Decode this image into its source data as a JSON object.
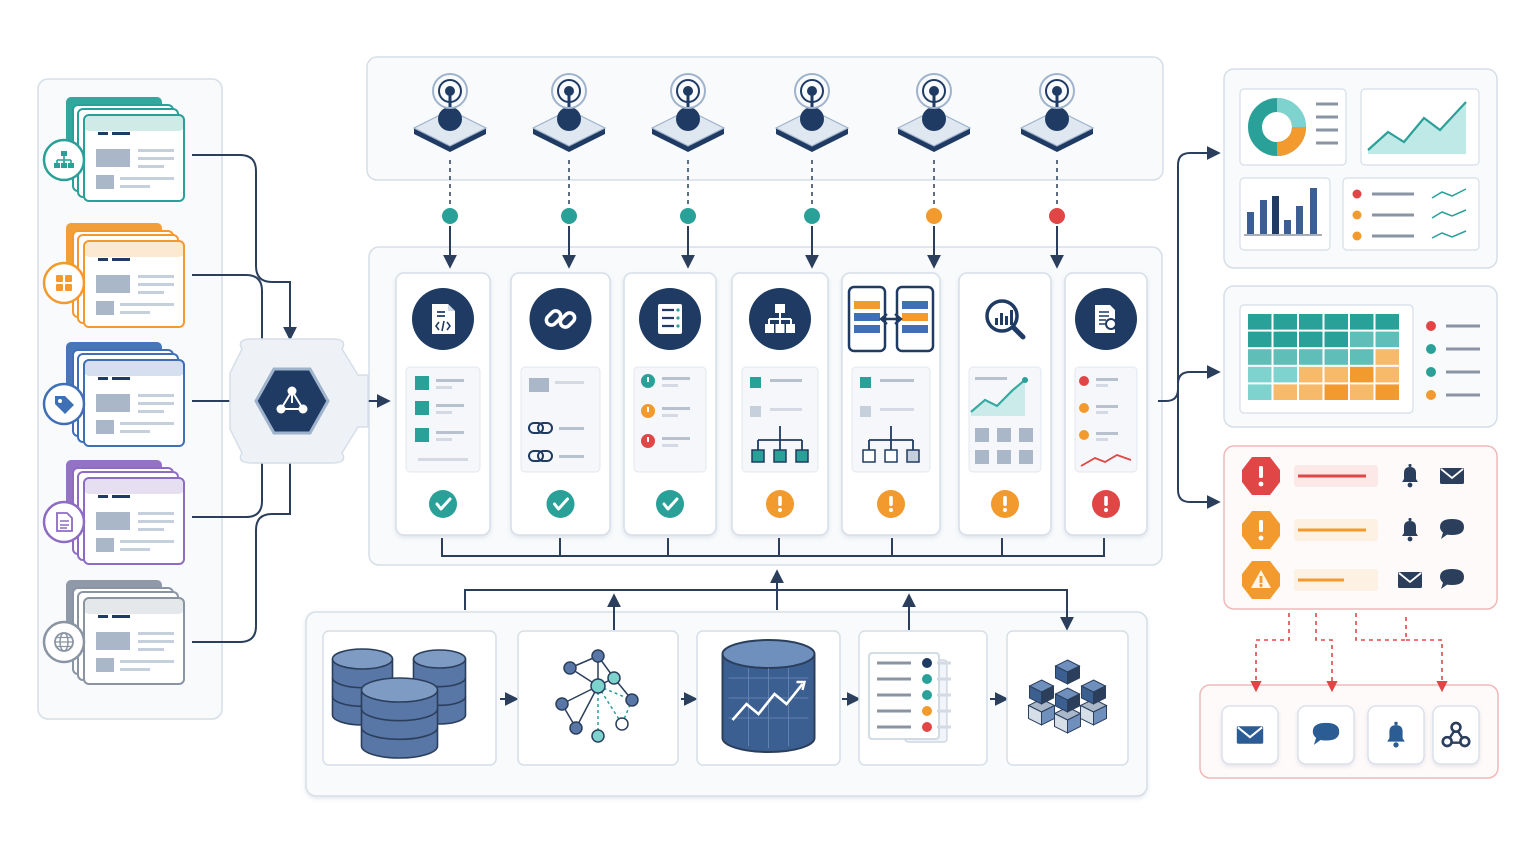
{
  "colors": {
    "navy": "#1f3b63",
    "line": "#2b3f5c",
    "panel_border": "#d6dee8",
    "teal": "#2aa198",
    "teal_light": "#7fd3cf",
    "orange": "#f29a2e",
    "red": "#e04646",
    "blue": "#3f6fb5",
    "steel": "#5877a6",
    "purple": "#8e6cc4",
    "gray": "#8a94a3",
    "green_ok": "#2e9e86"
  },
  "sources": [
    {
      "name": "sitemap-source",
      "color": "#2aa198",
      "icon": "sitemap-icon"
    },
    {
      "name": "grid-source",
      "color": "#f29a2e",
      "icon": "grid-icon"
    },
    {
      "name": "tag-source",
      "color": "#3f6fb5",
      "icon": "tag-icon"
    },
    {
      "name": "document-source",
      "color": "#8e6cc4",
      "icon": "document-icon"
    },
    {
      "name": "web-source",
      "color": "#8a94a3",
      "icon": "globe-icon"
    }
  ],
  "sensors": [
    {
      "status": "ok"
    },
    {
      "status": "ok"
    },
    {
      "status": "ok"
    },
    {
      "status": "ok"
    },
    {
      "status": "warning"
    },
    {
      "status": "error"
    }
  ],
  "checks": [
    {
      "icon": "code-file-icon",
      "status": "ok"
    },
    {
      "icon": "link-icon",
      "status": "ok"
    },
    {
      "icon": "server-list-icon",
      "status": "ok"
    },
    {
      "icon": "hierarchy-icon",
      "status": "warning"
    },
    {
      "icon": "compare-icon",
      "status": "warning"
    },
    {
      "icon": "analytics-search-icon",
      "status": "warning"
    },
    {
      "icon": "document-search-icon",
      "status": "error"
    }
  ],
  "storage": [
    {
      "icon": "database-cluster-icon"
    },
    {
      "icon": "graph-network-icon"
    },
    {
      "icon": "timeseries-db-icon"
    },
    {
      "icon": "log-list-icon"
    },
    {
      "icon": "cube-store-icon"
    }
  ],
  "alerts": [
    {
      "severity": "error",
      "channels": [
        "bell-icon",
        "mail-icon"
      ]
    },
    {
      "severity": "warning",
      "channels": [
        "bell-icon",
        "chat-icon"
      ]
    },
    {
      "severity": "caution",
      "channels": [
        "mail-icon",
        "chat-icon"
      ]
    }
  ],
  "notification_channels": [
    "mail-icon",
    "chat-icon",
    "bell-icon",
    "webhook-icon"
  ]
}
